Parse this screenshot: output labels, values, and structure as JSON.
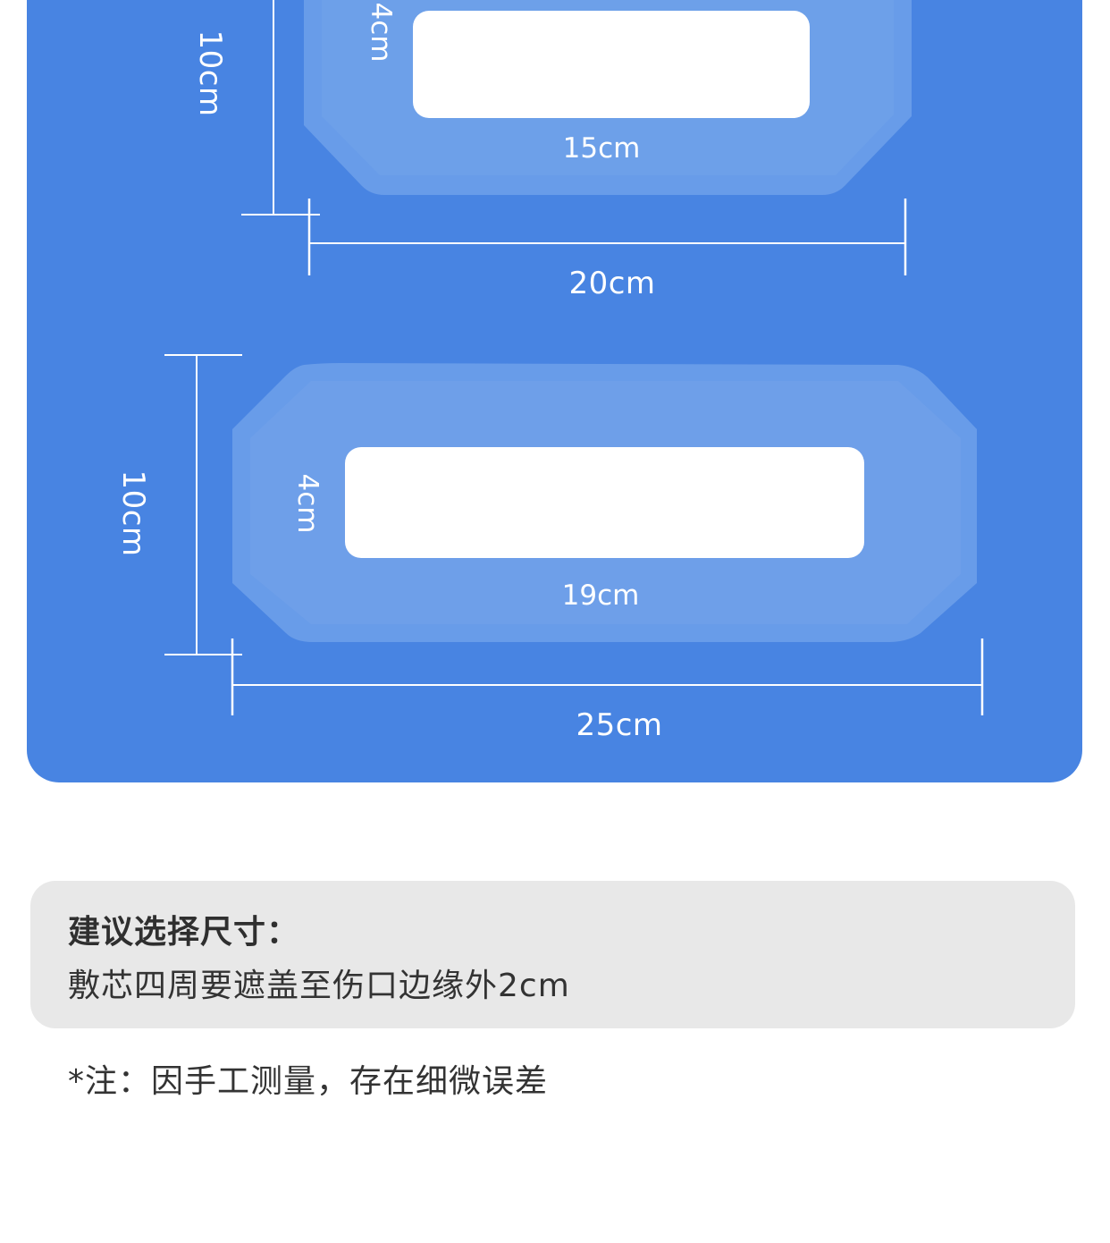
{
  "products": [
    {
      "total_height": "10cm",
      "pad_height": "4cm",
      "pad_width": "15cm",
      "total_width": "20cm"
    },
    {
      "total_height": "10cm",
      "pad_height": "4cm",
      "pad_width": "19cm",
      "total_width": "25cm"
    }
  ],
  "tip": {
    "title": "建议选择尺寸：",
    "text": "敷芯四周要遮盖至伤口边缘外2cm"
  },
  "note": "*注：因手工测量，存在细微误差",
  "colors": {
    "panel_blue": "#4884e2",
    "dressing_film": "#6a9de9",
    "pad": "#ffffff",
    "tip_box": "#e8e8e8"
  }
}
